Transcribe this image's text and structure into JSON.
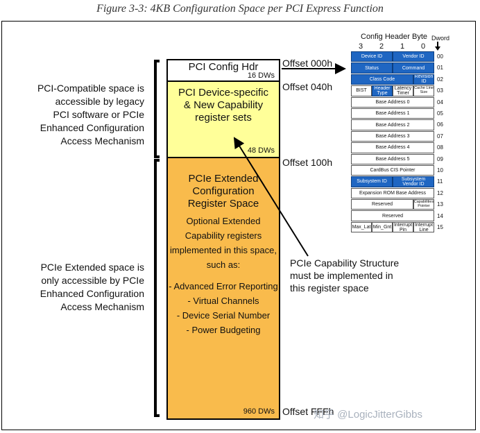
{
  "caption": "Figure 3-3: 4KB Configuration Space per PCI Express Function",
  "blocks": {
    "header": {
      "title": "PCI Config Hdr",
      "size": "16 DWs"
    },
    "device": {
      "title_lines": [
        "PCI Device-specific",
        "& New Capability",
        "register sets"
      ],
      "size": "48 DWs"
    },
    "extended": {
      "title_lines": [
        "PCIe Extended",
        "Configuration",
        "Register Space"
      ],
      "desc_lines": [
        "Optional Extended",
        "Capability registers",
        "implemented in this space,",
        "such as:"
      ],
      "items": [
        "- Advanced Error Reporting",
        "- Virtual Channels",
        "- Device Serial Number",
        "- Power Budgeting"
      ],
      "size": "960 DWs"
    }
  },
  "offsets": [
    "Offset 000h",
    "Offset 040h",
    "Offset 100h",
    "Offset FFFh"
  ],
  "side_labels": {
    "compatible": [
      "PCI-Compatible space is",
      "accessible by legacy",
      "PCI software or PCIe",
      "Enhanced Configuration",
      "Access Mechanism"
    ],
    "extended": [
      "PCIe Extended space is",
      "only accessible by PCIe",
      "Enhanced Configuration",
      "Access Mechanism"
    ]
  },
  "note_lines": [
    "PCIe Capability Structure",
    "must be implemented in",
    "this register space"
  ],
  "config_header": {
    "title": "Config Header Byte",
    "byte_labels": [
      "3",
      "2",
      "1",
      "0"
    ],
    "dword_label": "Dword",
    "dword_numbers": [
      "00",
      "01",
      "02",
      "03",
      "04",
      "05",
      "06",
      "07",
      "08",
      "09",
      "10",
      "11",
      "12",
      "13",
      "14",
      "15"
    ],
    "rows": [
      [
        {
          "t": "Device ID",
          "w": 2,
          "blue": true
        },
        {
          "t": "Vendor ID",
          "w": 2,
          "blue": true
        }
      ],
      [
        {
          "t": "Status",
          "w": 2,
          "blue": true
        },
        {
          "t": "Command",
          "w": 2,
          "blue": true
        }
      ],
      [
        {
          "t": "Class Code",
          "w": 3,
          "blue": true
        },
        {
          "t": "Revision ID",
          "w": 1,
          "blue": true
        }
      ],
      [
        {
          "t": "BIST",
          "w": 1
        },
        {
          "t": "Header Type",
          "w": 1,
          "blue": true
        },
        {
          "t": "Latency Timer",
          "w": 1
        },
        {
          "t": "Cache Line Size",
          "w": 1,
          "tiny": true
        }
      ],
      [
        {
          "t": "Base Address 0",
          "w": 4
        }
      ],
      [
        {
          "t": "Base Address 1",
          "w": 4
        }
      ],
      [
        {
          "t": "Base Address 2",
          "w": 4
        }
      ],
      [
        {
          "t": "Base Address 3",
          "w": 4
        }
      ],
      [
        {
          "t": "Base Address 4",
          "w": 4
        }
      ],
      [
        {
          "t": "Base Address 5",
          "w": 4
        }
      ],
      [
        {
          "t": "CardBus CIS Pointer",
          "w": 4
        }
      ],
      [
        {
          "t": "Subsystem ID",
          "w": 2,
          "blue": true
        },
        {
          "t": "Subsystem Vendor ID",
          "w": 2,
          "blue": true
        }
      ],
      [
        {
          "t": "Expansion ROM Base Address",
          "w": 4
        }
      ],
      [
        {
          "t": "Reserved",
          "w": 3
        },
        {
          "t": "Capabilities Pointer",
          "w": 1,
          "tiny": true
        }
      ],
      [
        {
          "t": "Reserved",
          "w": 4
        }
      ],
      [
        {
          "t": "Max_Lat",
          "w": 1
        },
        {
          "t": "Min_Gnt",
          "w": 1
        },
        {
          "t": "Interrupt Pin",
          "w": 1
        },
        {
          "t": "Interrupt Line",
          "w": 1
        }
      ]
    ]
  },
  "watermark": "知乎 @LogicJitterGibbs"
}
